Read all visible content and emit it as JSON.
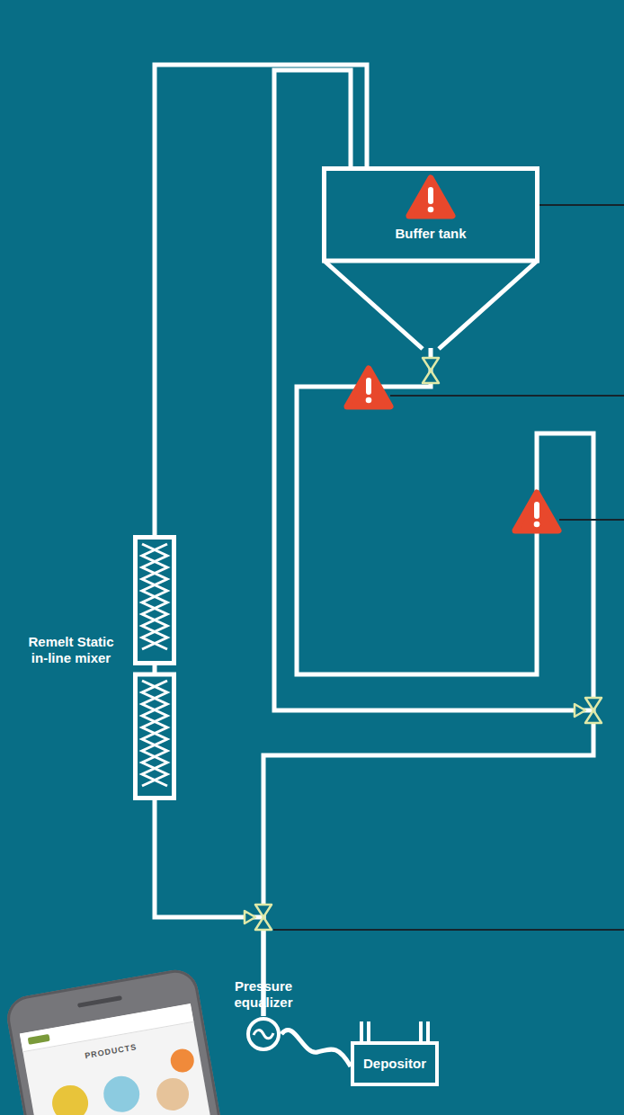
{
  "diagram": {
    "nodes": [
      {
        "text": [
          "Buffer tank"
        ]
      },
      {
        "text": [
          "Remelt Static in-line mixer"
        ]
      },
      {
        "text": [
          "Pressure equalizer"
        ]
      },
      {
        "text": [
          "Depositor"
        ]
      }
    ],
    "edges": [
      {
        "from": 0,
        "to": 1,
        "arrow": "none"
      },
      {
        "from": 0,
        "to": 2,
        "arrow": "none"
      },
      {
        "from": 1,
        "to": 2,
        "arrow": "none"
      },
      {
        "from": 2,
        "to": 3,
        "arrow": "none"
      }
    ],
    "labels": [
      "PRODUCTS"
    ]
  }
}
